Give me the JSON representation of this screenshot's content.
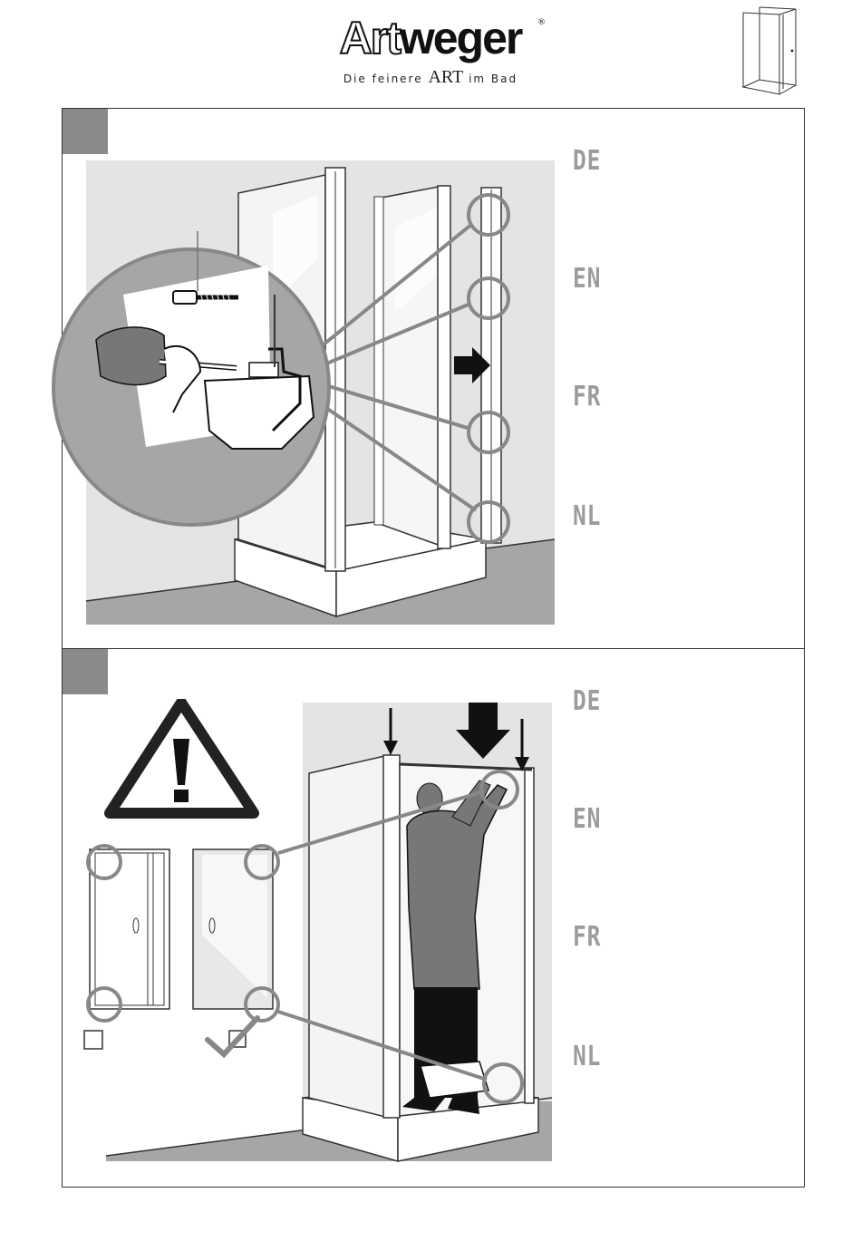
{
  "brand": {
    "name_light": "Art",
    "name_bold": "weger",
    "registered": "®",
    "tagline_pre": "Die feinere",
    "tagline_art": "ART",
    "tagline_post": "im Bad"
  },
  "panels": [
    {
      "languages": [
        "DE",
        "EN",
        "FR",
        "NL"
      ]
    },
    {
      "languages": [
        "DE",
        "EN",
        "FR",
        "NL"
      ]
    }
  ],
  "colors": {
    "step_box": "#8a8a8a",
    "background_panel": "#e4e4e4",
    "floor": "#a6a6a6",
    "lang_label": "#9c9c9c",
    "figure": "#777777"
  },
  "icons": [
    "shower-enclosure-icon",
    "warning-triangle-icon",
    "screw-icon",
    "screwdriver-icon",
    "arrow-right-icon",
    "arrow-down-icon",
    "checkmark-icon"
  ]
}
